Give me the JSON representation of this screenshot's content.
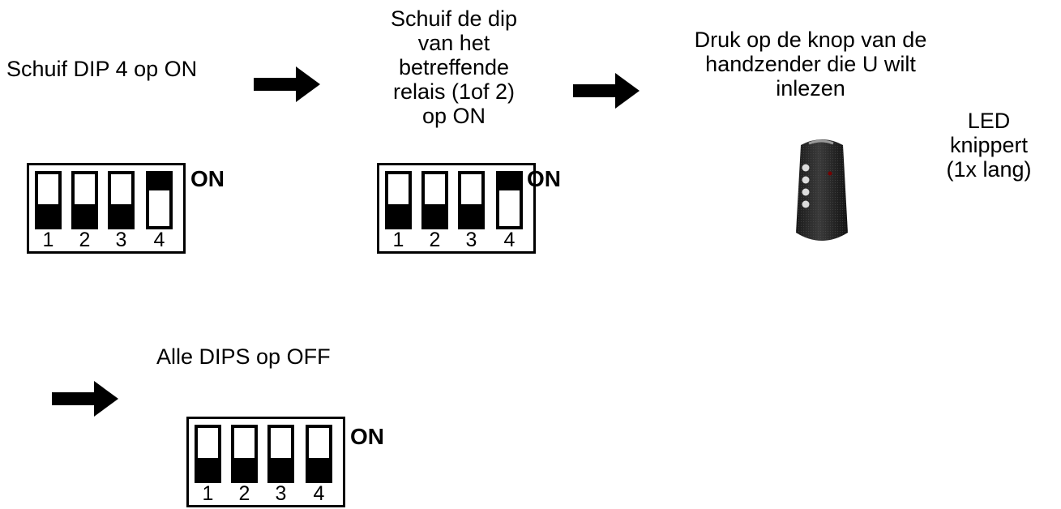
{
  "steps": {
    "step1_text": "Schuif DIP 4 op ON",
    "step2_lines": [
      "Schuif de dip",
      "van het",
      "betreffende",
      "relais (1of 2)",
      "op ON"
    ],
    "step3_lines": [
      "Druk op de knop van de",
      "handzender die U wilt",
      "inlezen"
    ],
    "led_lines": [
      "LED",
      "knippert",
      "(1x lang)"
    ],
    "step4_text": "Alle  DIPS op OFF"
  },
  "dip_switches": [
    {
      "on_label": "ON",
      "numbers": [
        "1",
        "2",
        "3",
        "4"
      ],
      "states": [
        "off",
        "off",
        "off",
        "on"
      ]
    },
    {
      "on_label": "ON",
      "numbers": [
        "1",
        "2",
        "3",
        "4"
      ],
      "states": [
        "off",
        "off",
        "off",
        "on"
      ]
    },
    {
      "on_label": "ON",
      "numbers": [
        "1",
        "2",
        "3",
        "4"
      ],
      "states": [
        "off",
        "off",
        "off",
        "off"
      ]
    }
  ],
  "icons": {
    "arrow": "right-arrow-icon",
    "remote": "remote-control-icon"
  },
  "colors": {
    "ink": "#000000",
    "background": "#ffffff"
  }
}
